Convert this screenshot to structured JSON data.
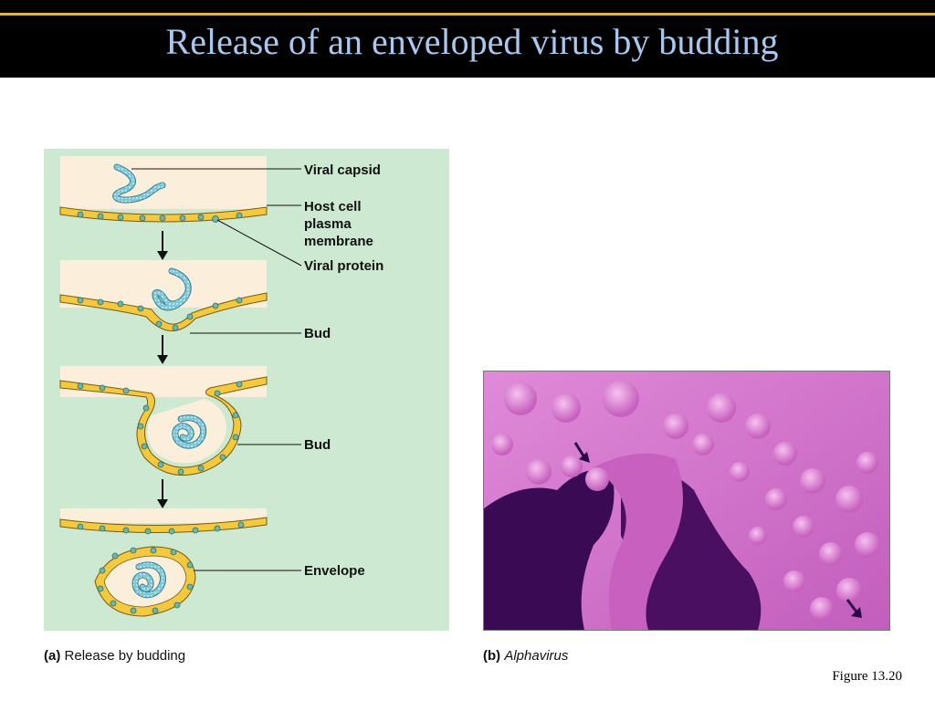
{
  "slide": {
    "title": "Release of an enveloped virus by budding",
    "figure_ref": "Figure 13.20"
  },
  "diagram": {
    "labels": {
      "viral_capsid": "Viral capsid",
      "host_cell_line1": "Host cell",
      "host_cell_line2": "plasma",
      "host_cell_line3": "membrane",
      "viral_protein": "Viral protein",
      "bud_1": "Bud",
      "bud_2": "Bud",
      "envelope": "Envelope"
    },
    "caption": {
      "prefix": "(a)",
      "text": "Release by budding"
    }
  },
  "micrograph": {
    "caption": {
      "prefix": "(b)",
      "text": "Alphavirus"
    }
  },
  "colors": {
    "title_bar": "#000000",
    "title_text": "#a9c8f0",
    "title_rule": "#d9b25a",
    "panel_bg": "#cde9d1",
    "cytoplasm": "#fbefdc",
    "membrane": "#f3c93f",
    "protein": "#6fb6a9",
    "capsid": "#7fc8d8",
    "micrograph_pink": "#d77ad0",
    "micrograph_dark": "#3b0a55"
  }
}
